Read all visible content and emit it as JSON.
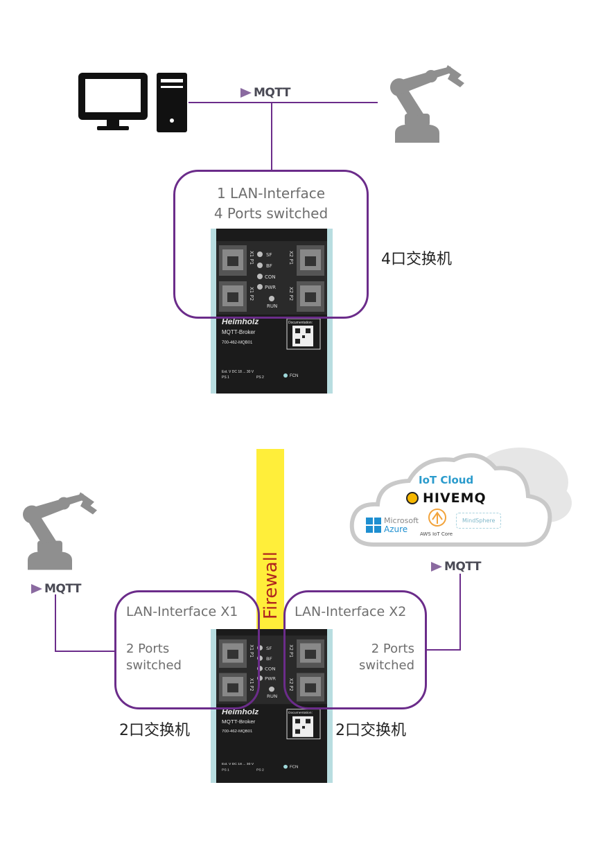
{
  "top": {
    "mqtt_label": "MQTT",
    "box_line1": "1 LAN-Interface",
    "box_line2": "4 Ports switched",
    "side_label": "4口交换机"
  },
  "bottom": {
    "firewall_label": "Firewall",
    "mqtt_left_label": "MQTT",
    "mqtt_right_label": "MQTT",
    "box_left_title": "LAN-Interface X1",
    "box_left_line1": "2 Ports",
    "box_left_line2": "switched",
    "box_right_title": "LAN-Interface X2",
    "box_right_line1": "2 Ports",
    "box_right_line2": "switched",
    "label_left": "2口交换机",
    "label_right": "2口交换机"
  },
  "cloud": {
    "title": "IoT Cloud",
    "hivemq": "HIVEMQ",
    "azure_line1": "Microsoft",
    "azure_line2": "Azure",
    "aws": "AWS IoT Core",
    "mindsphere": "MindSphere"
  },
  "device": {
    "brand": "Helmholz",
    "model": "MQTT-Broker",
    "part": "700-462-MQB01",
    "doc_label": "Documentation:",
    "power": "Ext. V DC 18 ... 30 V",
    "ps1": "PS 1",
    "ps2": "PS 2",
    "fcn": "FCN",
    "port_x1p1": "X1 P1",
    "port_x1p2": "X1 P2",
    "port_x2p1": "X2 P1",
    "port_x2p2": "X2 P2",
    "led_sf": "SF",
    "led_bf": "BF",
    "led_con": "CON",
    "led_pwr": "PWR",
    "led_run": "RUN"
  },
  "colors": {
    "accent_purple": "#6b2c8a",
    "firewall_yellow": "#ffee3a",
    "firewall_text": "#b0251e",
    "robot_gray": "#8f8f8f"
  }
}
